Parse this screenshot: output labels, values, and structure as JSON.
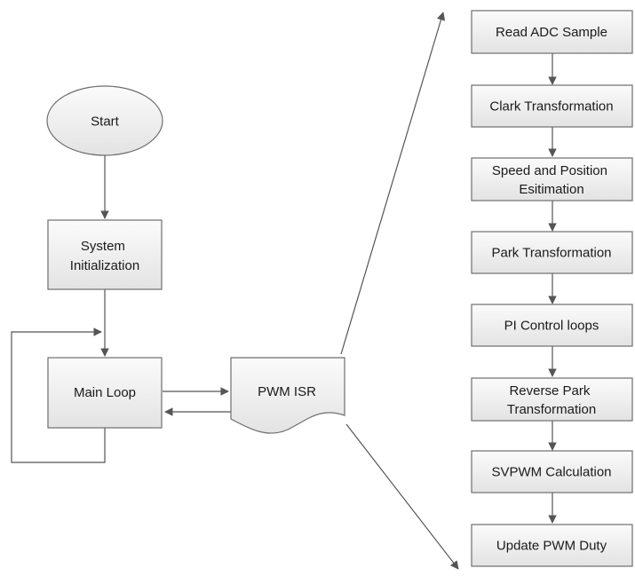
{
  "colors": {
    "box_fill_top": "#fbfbfb",
    "box_fill_bottom": "#e3e3e3",
    "box_stroke": "#6e6e6e",
    "arrow": "#555555",
    "text": "#1a1a1a"
  },
  "nodes": {
    "start": {
      "shape": "ellipse",
      "lines": [
        "Start"
      ]
    },
    "system_init": {
      "shape": "rect",
      "lines": [
        "System",
        "Initialization"
      ]
    },
    "main_loop": {
      "shape": "rect",
      "lines": [
        "Main Loop"
      ]
    },
    "pwm_isr": {
      "shape": "document",
      "lines": [
        "PWM ISR"
      ]
    },
    "read_adc": {
      "shape": "rect",
      "lines": [
        "Read ADC Sample"
      ]
    },
    "clark": {
      "shape": "rect",
      "lines": [
        "Clark Transformation"
      ]
    },
    "speed_pos": {
      "shape": "rect",
      "lines": [
        "Speed and Position",
        "Esitimation"
      ]
    },
    "park": {
      "shape": "rect",
      "lines": [
        "Park Transformation"
      ]
    },
    "pi_control": {
      "shape": "rect",
      "lines": [
        "PI Control loops"
      ]
    },
    "reverse_park": {
      "shape": "rect",
      "lines": [
        "Reverse Park",
        "Transformation"
      ]
    },
    "svpwm": {
      "shape": "rect",
      "lines": [
        "SVPWM Calculation"
      ]
    },
    "update_pwm": {
      "shape": "rect",
      "lines": [
        "Update PWM Duty"
      ]
    }
  },
  "edges": [
    {
      "from": "start",
      "to": "system_init"
    },
    {
      "from": "system_init",
      "to": "main_loop"
    },
    {
      "from": "main_loop",
      "to": "main_loop",
      "kind": "self-loop"
    },
    {
      "from": "main_loop",
      "to": "pwm_isr"
    },
    {
      "from": "pwm_isr",
      "to": "main_loop"
    },
    {
      "from": "pwm_isr",
      "to": "read_adc"
    },
    {
      "from": "read_adc",
      "to": "clark"
    },
    {
      "from": "clark",
      "to": "speed_pos"
    },
    {
      "from": "speed_pos",
      "to": "park"
    },
    {
      "from": "park",
      "to": "pi_control"
    },
    {
      "from": "pi_control",
      "to": "reverse_park"
    },
    {
      "from": "reverse_park",
      "to": "svpwm"
    },
    {
      "from": "svpwm",
      "to": "update_pwm"
    },
    {
      "from": "pwm_isr",
      "to": "update_pwm"
    }
  ]
}
